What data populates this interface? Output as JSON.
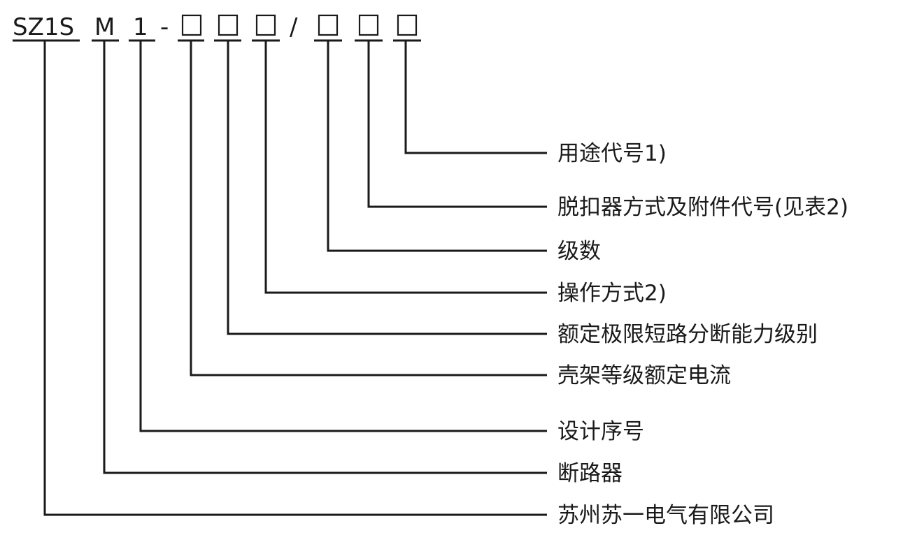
{
  "model_code": {
    "prefix": "SZ1S",
    "type": "M",
    "design": "1",
    "dash": "-",
    "slash": "/"
  },
  "labels": {
    "usage_code": "用途代号1)",
    "release_accessory_code": "脱扣器方式及附件代号(见表2)",
    "poles": "级数",
    "operation_mode": "操作方式2)",
    "breaking_capacity": "额定极限短路分断能力级别",
    "frame_current": "壳架等级额定电流",
    "design_serial": "设计序号",
    "circuit_breaker": "断路器",
    "company": "苏州苏一电气有限公司"
  }
}
